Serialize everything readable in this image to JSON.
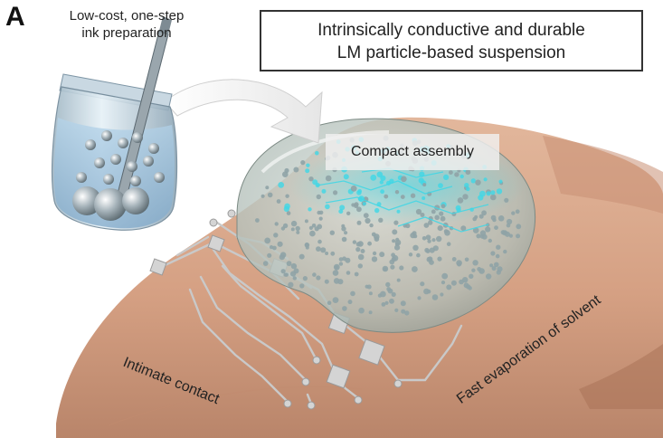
{
  "panel": {
    "letter": "A"
  },
  "ink": {
    "label_line1": "Low-cost, one-step",
    "label_line2": "ink preparation"
  },
  "title_box": {
    "line1": "Intrinsically conductive and durable",
    "line2": "LM particle-based suspension"
  },
  "labels": {
    "compact": "Compact assembly",
    "intimate": "Intimate contact",
    "evaporation": "Fast evaporation of solvent"
  },
  "colors": {
    "skin": "#d9a88a",
    "skin_shadow": "#b57f63",
    "droplet": "#a9b7b2",
    "particle": "#8fa3a6",
    "glow": "#3fd7e6",
    "circuit": "#c8c8c8",
    "text": "#222222"
  },
  "icons": {
    "jar": "ink-jar-icon",
    "arrow": "curved-arrow-icon",
    "droplet": "ink-droplet-icon",
    "circuit": "printed-circuit-icon"
  }
}
